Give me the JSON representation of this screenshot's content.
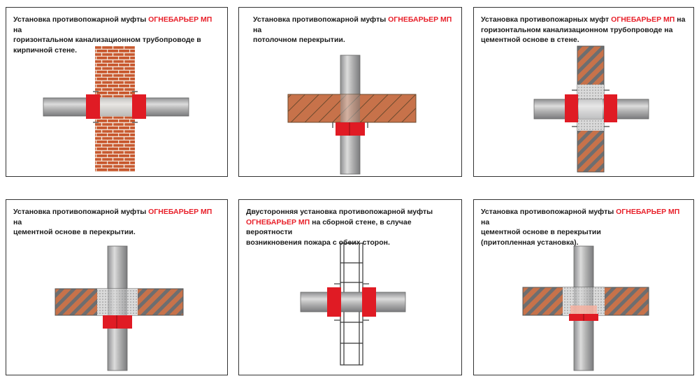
{
  "colors": {
    "brand_red": "#e01b24",
    "brick": "#c8582e",
    "concrete_hatch": "#c7724a",
    "pipe": "#a9aaac",
    "frame": "#333333"
  },
  "panels": [
    {
      "id": "brick-wall",
      "caption": [
        {
          "pre": "Установка противопожарной муфты ",
          "brand": "ОГНЕБАРЬЕР МП",
          "post": " на"
        },
        {
          "pre": "горизонтальном канализационном трубопроводе в",
          "brand": "",
          "post": ""
        },
        {
          "pre": "кирпичной стене.",
          "brand": "",
          "post": ""
        }
      ]
    },
    {
      "id": "ceiling",
      "caption": [
        {
          "pre": "Установка противопожарной муфты ",
          "brand": "ОГНЕБАРЬЕР МП",
          "post": " на"
        },
        {
          "pre": "потолочном перекрытии.",
          "brand": "",
          "post": ""
        }
      ]
    },
    {
      "id": "cement-wall",
      "caption": [
        {
          "pre": "Установка противопожарных муфт ",
          "brand": "ОГНЕБАРЬЕР МП",
          "post": " на"
        },
        {
          "pre": "горизонтальном канализационном трубопроводе на",
          "brand": "",
          "post": ""
        },
        {
          "pre": "цементной основе в стене.",
          "brand": "",
          "post": ""
        }
      ]
    },
    {
      "id": "cement-floor",
      "caption": [
        {
          "pre": "Установка противопожарной муфты ",
          "brand": "ОГНЕБАРЬЕР МП",
          "post": " на"
        },
        {
          "pre": "цементной основе в перекрытии.",
          "brand": "",
          "post": ""
        }
      ]
    },
    {
      "id": "drywall",
      "caption": [
        {
          "pre": "Двусторонняя установка противопожарной муфты",
          "brand": "",
          "post": ""
        },
        {
          "pre": "",
          "brand": "ОГНЕБАРЬЕР МП",
          "post": " на сборной стене, в случае вероятности"
        },
        {
          "pre": "возникновения пожара с обеих сторон.",
          "brand": "",
          "post": ""
        }
      ]
    },
    {
      "id": "recessed",
      "caption": [
        {
          "pre": "Установка противопожарной муфты ",
          "brand": "ОГНЕБАРЬЕР МП",
          "post": " на"
        },
        {
          "pre": "цементной основе в перекрытии",
          "brand": "",
          "post": ""
        },
        {
          "pre": " (притопленная установка).",
          "brand": "",
          "post": ""
        }
      ]
    }
  ]
}
